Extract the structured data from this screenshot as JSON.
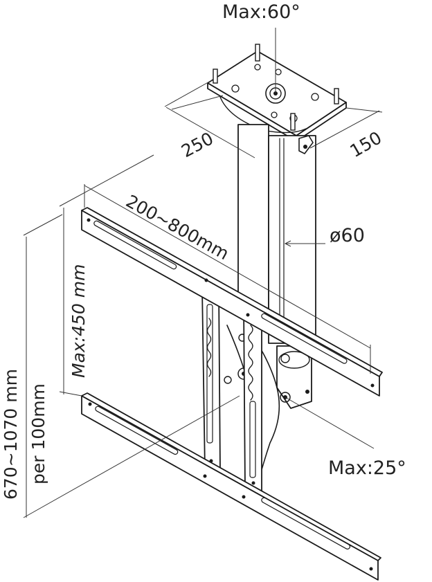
{
  "labels": {
    "max_tilt_top": "Max:60°",
    "plate_width": "250",
    "plate_depth": "150",
    "horizontal_range": "200~800mm",
    "pole_diameter": "ø60",
    "vertical_max": "Max:450 mm",
    "height_range": "670~1070 mm",
    "height_step": "per 100mm",
    "max_tilt_bottom": "Max:25°"
  }
}
